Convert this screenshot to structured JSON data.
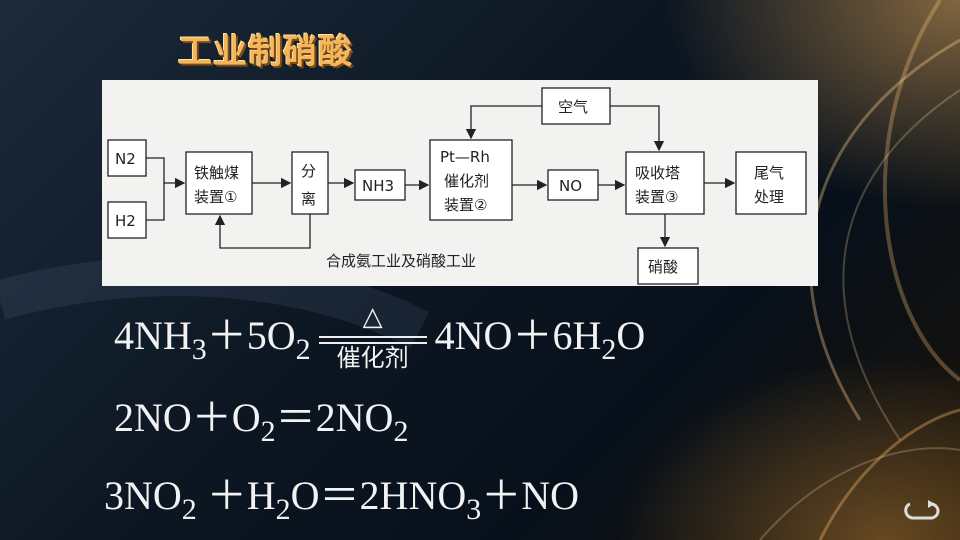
{
  "slide": {
    "title": "工业制硝酸"
  },
  "diagram": {
    "boxes": {
      "n2": "N2",
      "h2": "H2",
      "iron_catalyst_1": "铁触煤",
      "iron_catalyst_2": "装置①",
      "separator_1": "分",
      "separator_2": "离",
      "nh3": "NH3",
      "pt_rh_1": "Pt—Rh",
      "pt_rh_2": "催化剂",
      "pt_rh_3": "装置②",
      "no": "NO",
      "air": "空气",
      "absorber_1": "吸收塔",
      "absorber_2": "装置③",
      "tail_gas_1": "尾气",
      "tail_gas_2": "处理",
      "nitric_acid": "硝酸"
    },
    "caption": "合成氨工业及硝酸工业"
  },
  "equations": {
    "eq1": {
      "left": "4NH3＋5O2",
      "condition_top": "△",
      "condition_bottom": "催化剂",
      "right": "4NO＋6H2O"
    },
    "eq2": "2NO＋O2＝2NO2",
    "eq3": "3NO2 ＋H2O＝2HNO3＋NO"
  },
  "icons": {
    "return": "return-arrow-icon"
  }
}
